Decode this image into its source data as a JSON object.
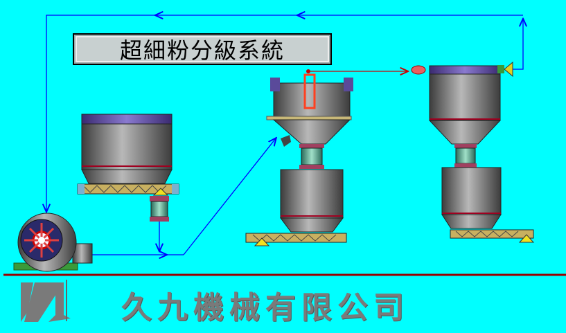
{
  "title": "超細粉分級系統",
  "company_name": "久九機械有限公司",
  "logo_mark": "九",
  "colors": {
    "background": "#00ffff",
    "air_line": "#0000ff",
    "product_line": "#cc0000",
    "divider": "#990000",
    "vessel": "#6e6e6e",
    "vessel_cap": "#5a4a9a",
    "logo": "#7a7a7a"
  }
}
